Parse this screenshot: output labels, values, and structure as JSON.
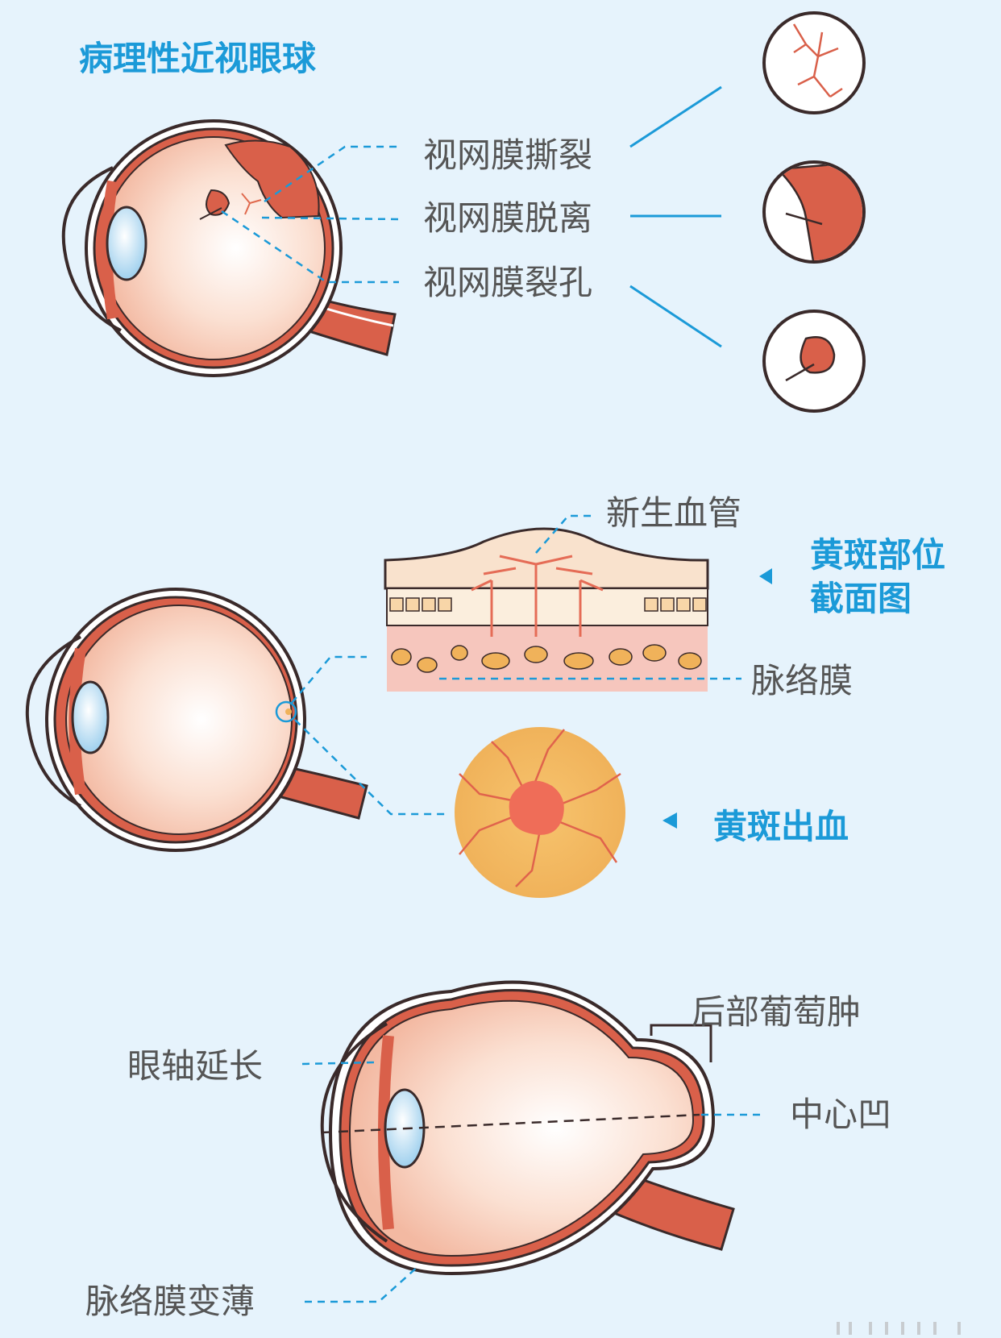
{
  "title": "病理性近视眼球",
  "section1": {
    "labels": [
      "视网膜撕裂",
      "视网膜脱离",
      "视网膜裂孔"
    ]
  },
  "section2": {
    "vessel_label": "新生血管",
    "choroid_label": "脉络膜",
    "macula_section_title_line1": "黄斑部位",
    "macula_section_title_line2": "截面图",
    "macula_bleeding_title": "黄斑出血"
  },
  "section3": {
    "axis_label": "眼轴延长",
    "staphyloma_label": "后部葡萄肿",
    "fovea_label": "中心凹",
    "choroid_thin_label": "脉络膜变薄"
  },
  "colors": {
    "accent_blue": "#1b9ad8",
    "retina_red": "#d9604a",
    "eye_fill": "#f7c9b6",
    "macula_orange": "#f2b55c"
  }
}
